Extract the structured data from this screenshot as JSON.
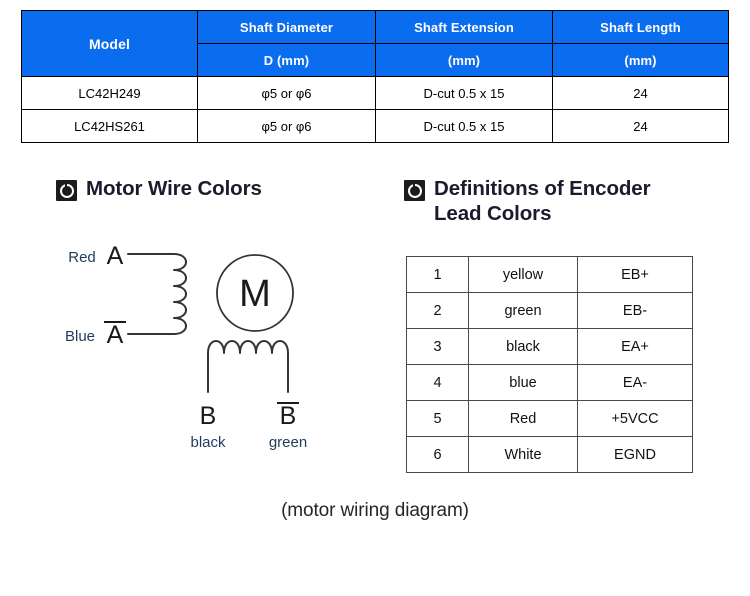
{
  "spec_table": {
    "name": "shaft-specification-table",
    "header_color": "#0a6cee",
    "header_text_color": "#ffffff",
    "border_color": "#000000",
    "columns": [
      {
        "title": "Model",
        "unit": ""
      },
      {
        "title": "Shaft Diameter",
        "unit": "D (mm)"
      },
      {
        "title": "Shaft Extension",
        "unit": "(mm)"
      },
      {
        "title": "Shaft Length",
        "unit": "(mm)"
      }
    ],
    "rows": [
      [
        "LC42H249",
        "φ5 or φ6",
        "D-cut 0.5 x 15",
        "24"
      ],
      [
        "LC42HS261",
        "φ5 or φ6",
        "D-cut 0.5 x 15",
        "24"
      ]
    ]
  },
  "motor_section": {
    "icon": "target-bullet-icon",
    "title": "Motor Wire Colors",
    "diagram": {
      "motor_symbol": "M",
      "phase_a_label": "A",
      "phase_a_bar_label": "Ā",
      "phase_b_label": "B",
      "phase_b_bar_label": "B̄",
      "wire_color_a": "Red",
      "wire_color_a_bar": "Blue",
      "wire_color_b": "black",
      "wire_color_b_bar": "green"
    }
  },
  "encoder_section": {
    "icon": "target-bullet-icon",
    "title_line1": "Definitions of Encoder",
    "title_line2": "Lead Colors",
    "table": {
      "name": "encoder-lead-colors-table",
      "border_color": "#4a4a4a",
      "rows": [
        {
          "pin": "1",
          "color": "yellow",
          "signal": "EB+"
        },
        {
          "pin": "2",
          "color": "green",
          "signal": "EB-"
        },
        {
          "pin": "3",
          "color": "black",
          "signal": "EA+"
        },
        {
          "pin": "4",
          "color": "blue",
          "signal": "EA-"
        },
        {
          "pin": "5",
          "color": "Red",
          "signal": "+5VCC"
        },
        {
          "pin": "6",
          "color": "White",
          "signal": "EGND"
        }
      ]
    }
  },
  "caption": "(motor wiring diagram)"
}
